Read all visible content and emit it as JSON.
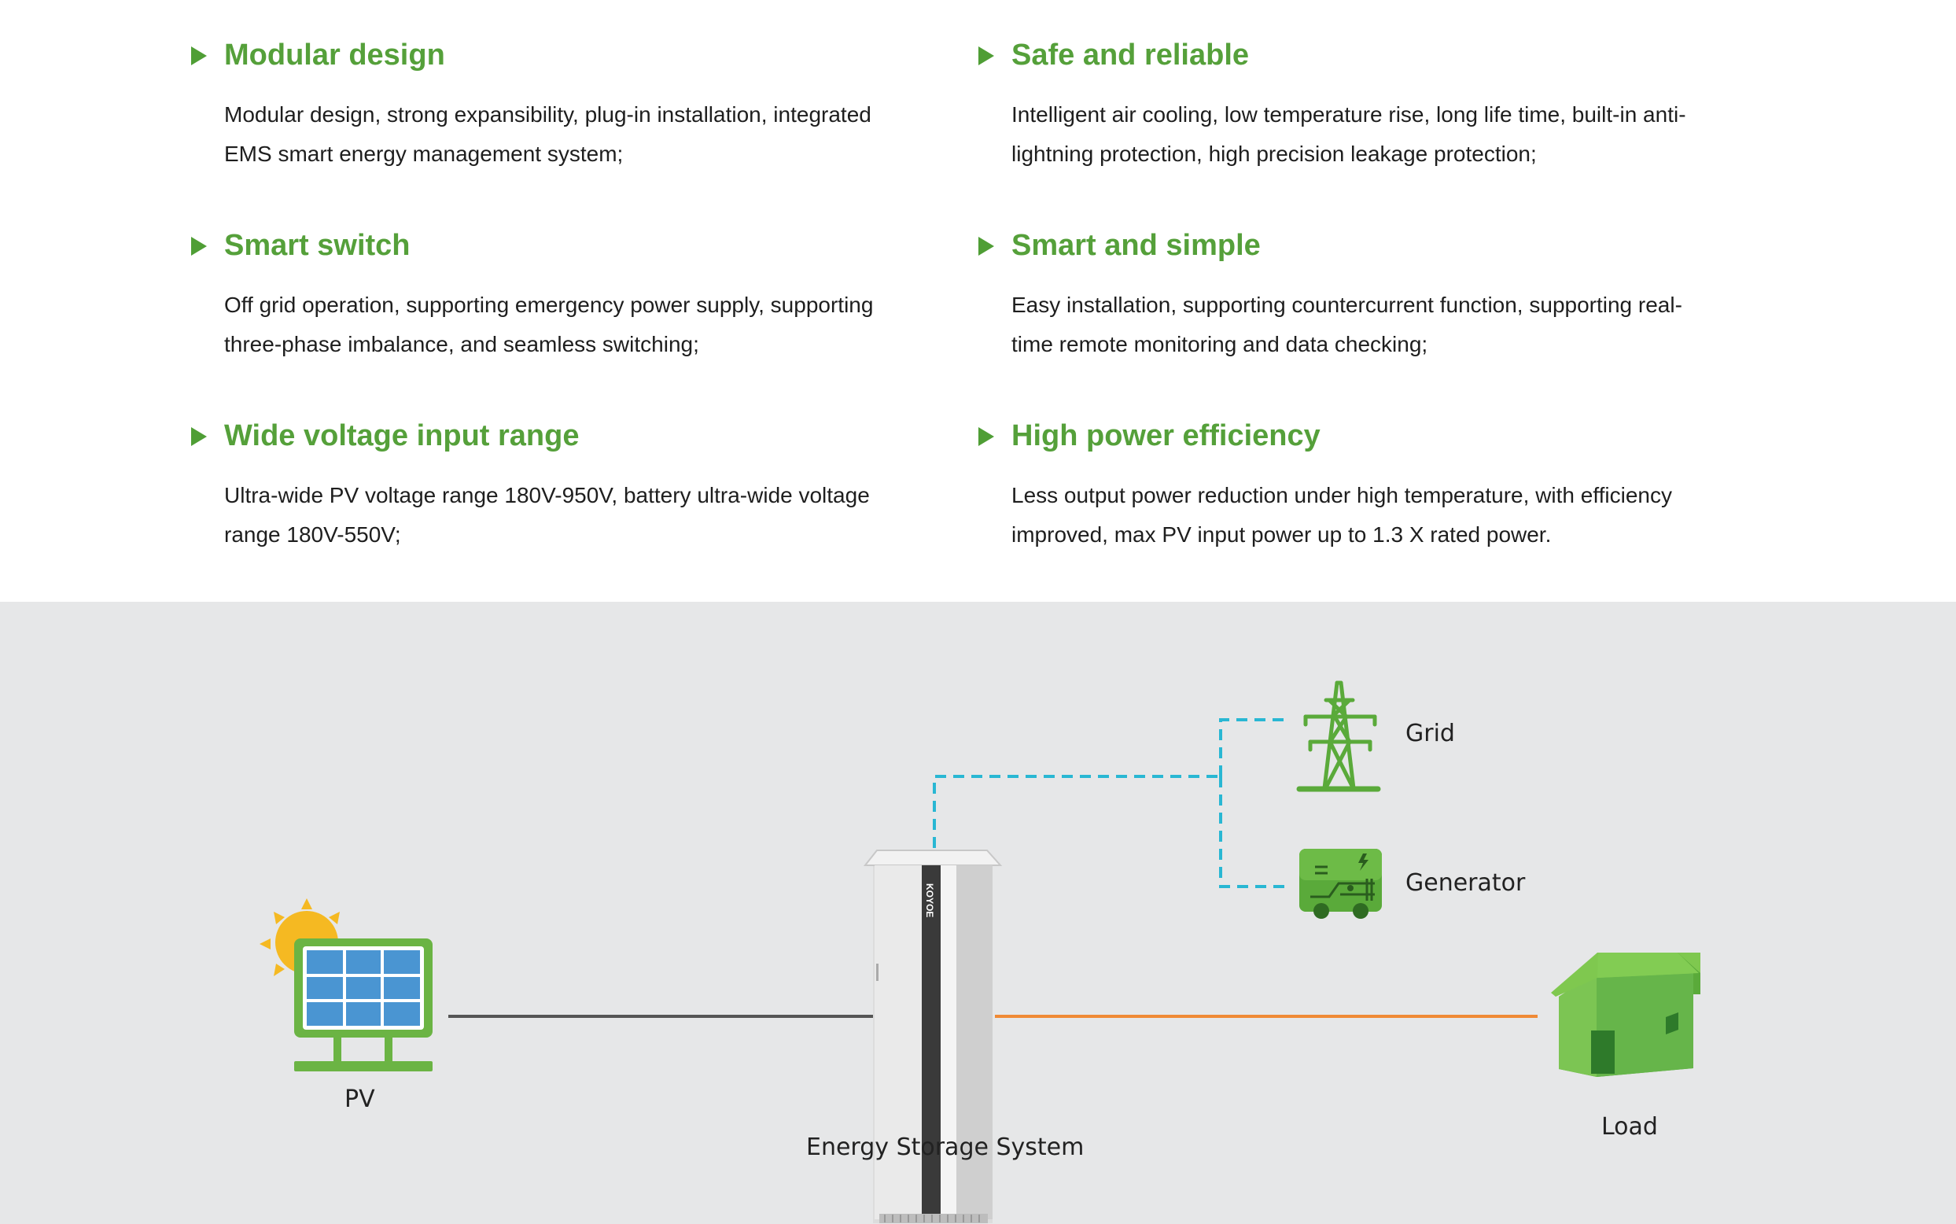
{
  "features": [
    {
      "title": "Modular design",
      "text": "Modular design, strong expansibility, plug-in installation, integrated EMS smart energy management system;"
    },
    {
      "title": "Safe and reliable",
      "text": "Intelligent air cooling, low temperature rise, long life time, built-in anti-lightning protection, high precision leakage protection;"
    },
    {
      "title": "Smart switch",
      "text": "Off grid operation, supporting emergency power supply, supporting three-phase imbalance, and seamless switching;"
    },
    {
      "title": "Smart and simple",
      "text": "Easy installation, supporting countercurrent function, supporting real-time remote monitoring and data checking;"
    },
    {
      "title": "Wide voltage input range",
      "text": "Ultra-wide PV voltage range 180V-950V, battery ultra-wide voltage range 180V-550V;"
    },
    {
      "title": "High power efficiency",
      "text": "Less output power reduction under high temperature, with efficiency improved, max PV input power up to 1.3 X rated power."
    }
  ],
  "diagram": {
    "pv_label": "PV",
    "ess_label": "Energy Storage System",
    "ess_brand": "KOYOE",
    "grid_label": "Grid",
    "generator_label": "Generator",
    "load_label": "Load"
  },
  "colors": {
    "accent_green": "#55a03a",
    "dashed_link": "#29b7d3",
    "load_line": "#f08a35",
    "pv_line": "#555555",
    "diagram_bg": "#e6e7e8"
  },
  "icons": [
    "play-arrow-icon",
    "solar-panel-icon",
    "sun-icon",
    "energy-storage-cabinet-icon",
    "transmission-tower-icon",
    "generator-icon",
    "house-icon"
  ]
}
